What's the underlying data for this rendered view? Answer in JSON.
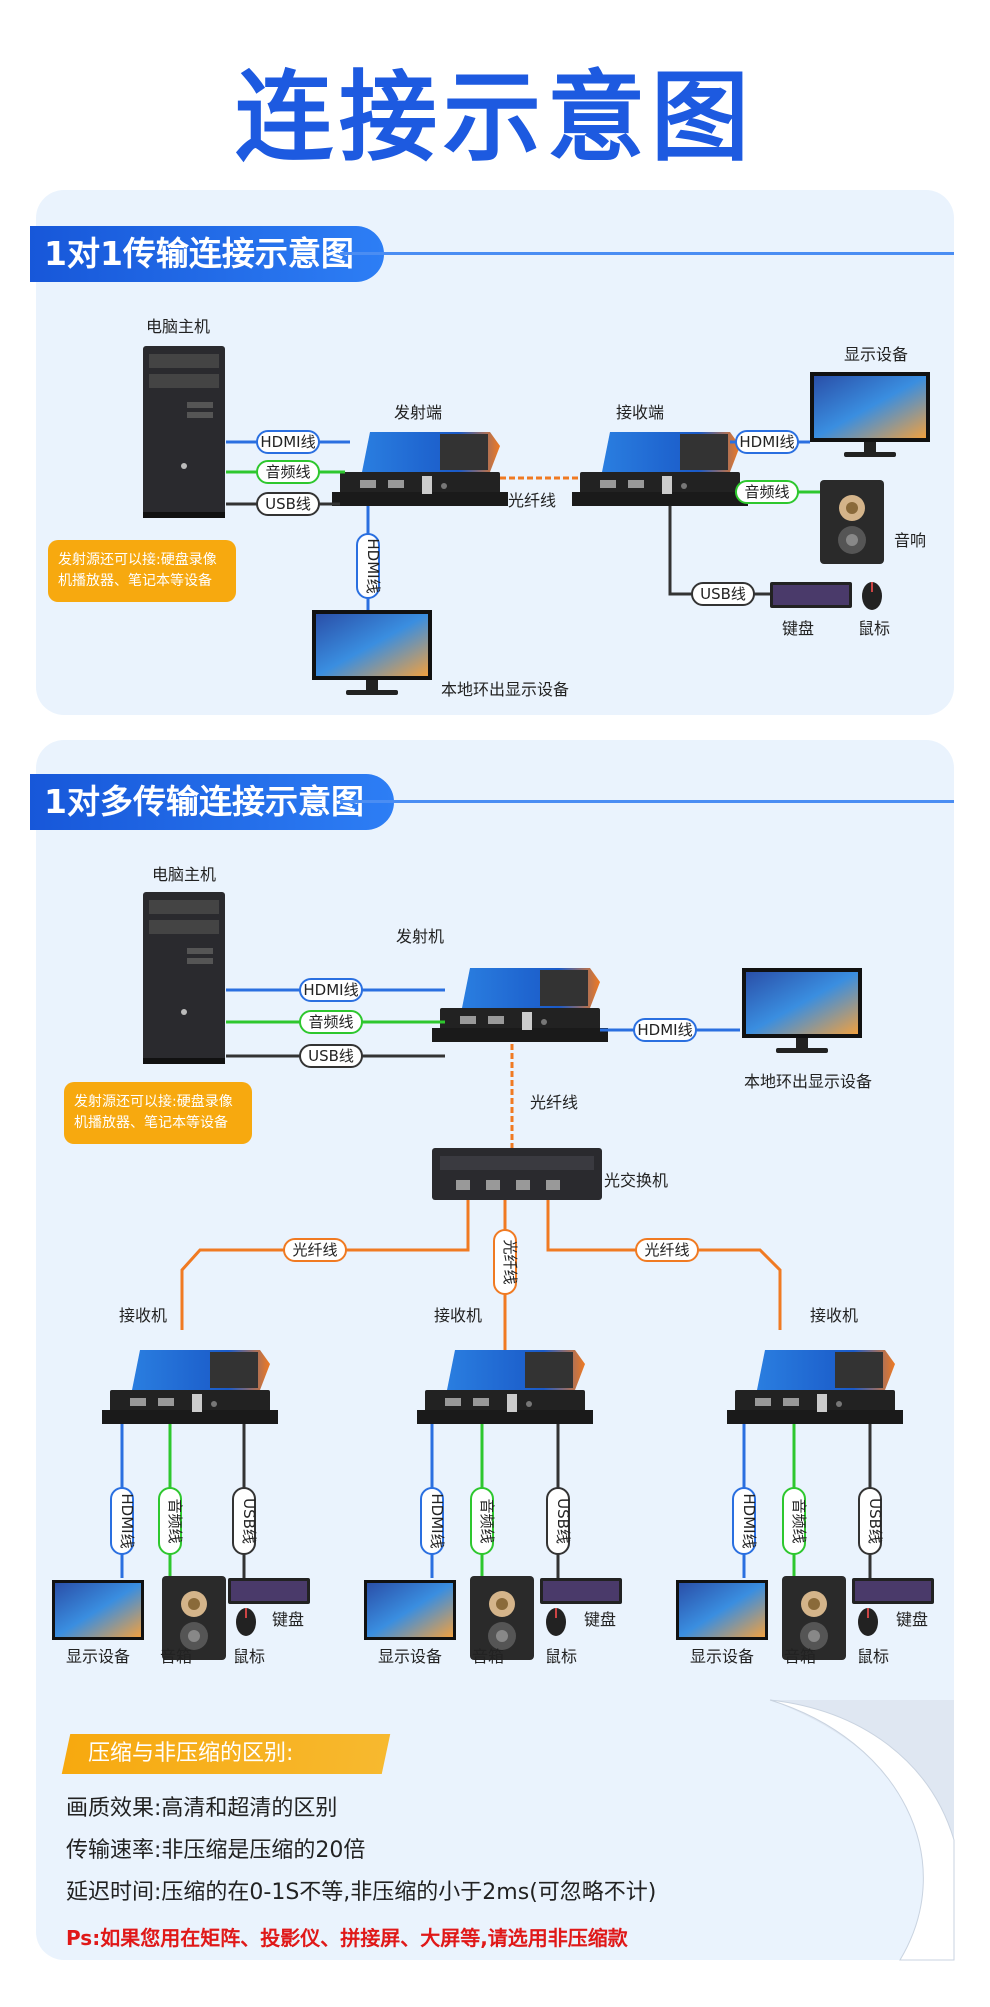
{
  "title": "连接示意图",
  "section1": {
    "tab": "1对1传输连接示意图",
    "pc_label": "电脑主机",
    "tx_label": "发射端",
    "rx_label": "接收端",
    "display_label": "显示设备",
    "speaker_label": "音响",
    "keyboard_label": "键盘",
    "mouse_label": "鼠标",
    "local_display_label": "本地环出显示设备",
    "note": "发射源还可以接:硬盘录像机播放器、笔记本等设备",
    "cables": {
      "hdmi": "HDMI线",
      "audio": "音频线",
      "usb": "USB线",
      "fiber": "光纤线"
    }
  },
  "section2": {
    "tab": "1对多传输连接示意图",
    "pc_label": "电脑主机",
    "tx_label": "发射机",
    "switch_label": "光交换机",
    "local_display_label": "本地环出显示设备",
    "note": "发射源还可以接:硬盘录像机播放器、笔记本等设备",
    "cables": {
      "hdmi": "HDMI线",
      "audio": "音频线",
      "usb": "USB线",
      "fiber": "光纤线"
    },
    "receivers": [
      {
        "label": "接收机",
        "display": "显示设备",
        "speaker": "音箱",
        "mouse": "鼠标",
        "keyboard": "键盘"
      },
      {
        "label": "接收机",
        "display": "显示设备",
        "speaker": "音箱",
        "mouse": "鼠标",
        "keyboard": "键盘"
      },
      {
        "label": "接收机",
        "display": "显示设备",
        "speaker": "音箱",
        "mouse": "鼠标",
        "keyboard": "键盘"
      }
    ]
  },
  "difference": {
    "heading": "压缩与非压缩的区别:",
    "lines": [
      "画质效果:高清和超清的区别",
      "传输速率:非压缩是压缩的20倍",
      "延迟时间:压缩的在0-1S不等,非压缩的小于2ms(可忽略不计)"
    ],
    "ps": "Ps:如果您用在矩阵、投影仪、拼接屏、大屏等,请选用非压缩款"
  },
  "colors": {
    "hdmi": "#2a6fe0",
    "audio": "#2ec72e",
    "usb": "#333333",
    "fiber": "#f07a22",
    "accent": "#1d5ae0",
    "note": "#f7a90f",
    "ps": "#e01818"
  }
}
